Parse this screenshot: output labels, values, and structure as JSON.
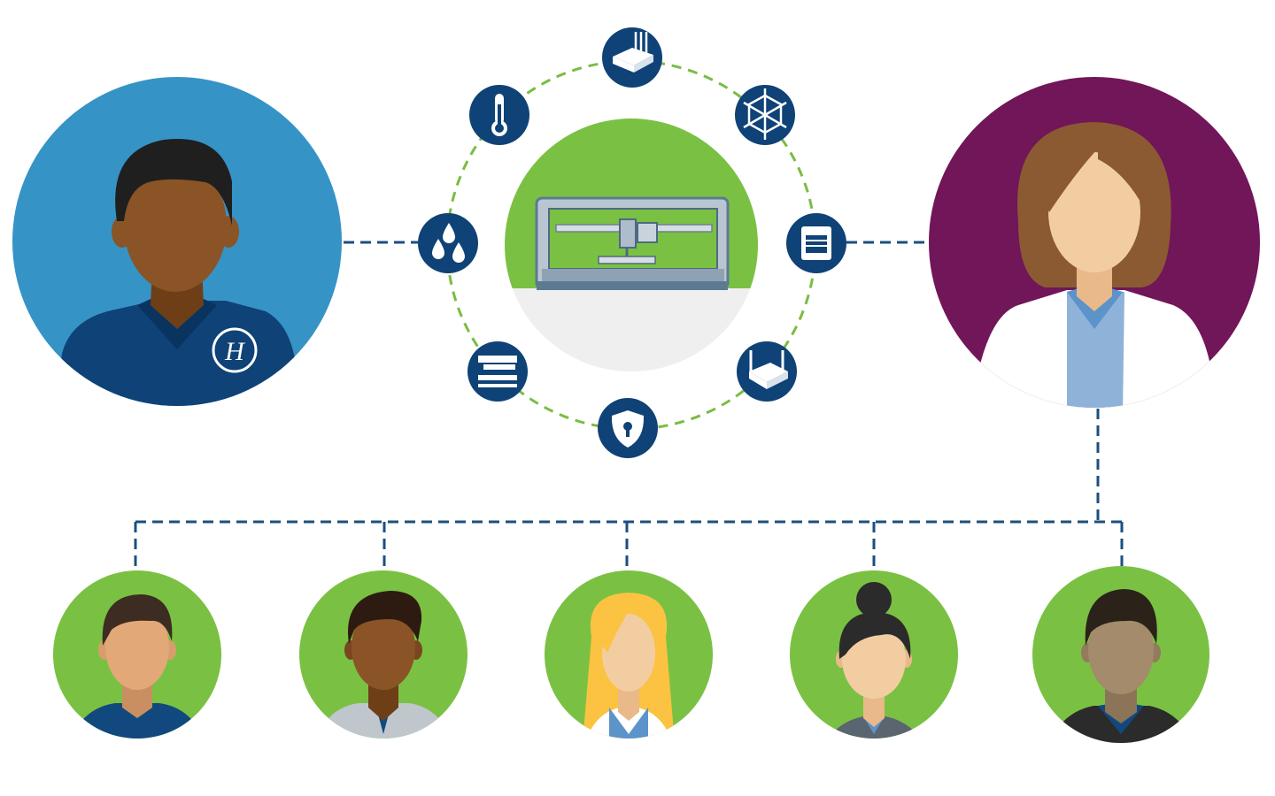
{
  "colors": {
    "navy": "#0f4277",
    "dash_navy": "#1b4f80",
    "dash_green": "#79bd43",
    "green": "#7ac143",
    "blue": "#3693c6",
    "purple": "#711659",
    "gray_bg": "#efefef",
    "white": "#ffffff"
  },
  "technician": {
    "avatar_color": "#3693c6",
    "logo_text": "H"
  },
  "instrument": {
    "icons": [
      "pipette-plate-icon",
      "axes-cube-icon",
      "incubator-icon",
      "tube-rack-icon",
      "security-shield-icon",
      "gripper-icon",
      "liquid-drops-icon",
      "thermometer-icon"
    ]
  },
  "scientist": {
    "avatar_color": "#711659"
  },
  "team": [
    {
      "name": "team-member-1-avatar"
    },
    {
      "name": "team-member-2-avatar"
    },
    {
      "name": "team-member-3-avatar"
    },
    {
      "name": "team-member-4-avatar"
    },
    {
      "name": "team-member-5-avatar"
    }
  ]
}
